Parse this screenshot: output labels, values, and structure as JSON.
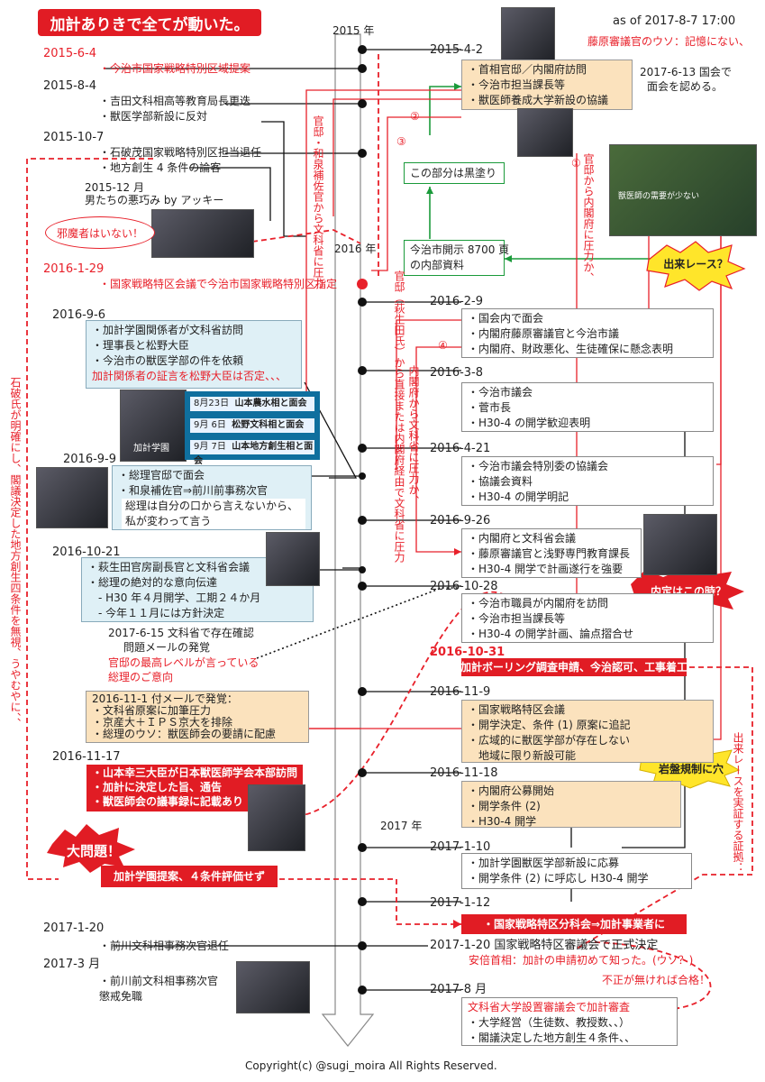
{
  "title": "加計ありきで全てが動いた。",
  "asof": "as of 2017-8-7 17:00",
  "years": {
    "y2015": "2015 年",
    "y2016": "2016 年",
    "y2017": "2017 年"
  },
  "left": [
    {
      "date": "2015-6-4",
      "lines": [
        "・今治市国家戦略特別区域提案"
      ]
    },
    {
      "date": "2015-8-4",
      "lines": [
        "・吉田文科相高等教育局長更迭",
        "・獣医学部新設に反対"
      ]
    },
    {
      "date": "2015-10-7",
      "lines": [
        "・石破茂国家戦略特別区担当退任",
        "・地方創生 4 条件の論客"
      ]
    },
    {
      "date": "2015-12 月",
      "lines": [
        "男たちの悪巧み by アッキー"
      ]
    },
    {
      "date": "2016-1-29",
      "lines": [
        "・国家戦略特区会議で今治市国家戦略特別区指定"
      ]
    }
  ],
  "jamamono": "邪魔者はいない！",
  "b0906": {
    "date": "2016-9-6",
    "lines": [
      "・加計学園関係者が文科省訪問",
      "・理事長と松野大臣",
      "・今治市の獣医学部の件を依頼"
    ],
    "note": "加計関係者の証言を松野大臣は否定、、、"
  },
  "meetings": [
    {
      "day": "8月23日",
      "who": "山本農水相と面会"
    },
    {
      "day": "9月 6日",
      "who": "松野文科相と面会"
    },
    {
      "day": "9月 7日",
      "who": "山本地方創生相と面会"
    }
  ],
  "kakegakuen": "加計学園",
  "b0909": {
    "date": "2016-9-9",
    "lines": [
      "・総理官邸で面会",
      "・和泉補佐官⇒前川前事務次官"
    ],
    "quote": [
      "総理は自分の口から言えないから、",
      "私が変わって言う"
    ]
  },
  "b1021": {
    "date": "2016-10-21",
    "lines": [
      "・萩生田官房副長官と文科省会議",
      "・総理の絶対的な意向伝達",
      "　- H30 年４月開学、工期２４か月",
      "　- 今年１１月には方針決定"
    ]
  },
  "mail0615": {
    "lines": [
      "2017-6-15 文科省で存在確認",
      "問題メールの発覚"
    ],
    "red": [
      "官邸の最高レベルが言っている",
      "総理のご意向"
    ]
  },
  "b1101": {
    "lines": [
      "2016-11-1 付メールで発覚：",
      "・文科省原案に加筆圧力",
      "・京産大＋ＩＰＳ京大を排除",
      "・総理のウソ：獣医師会の要請に配慮"
    ]
  },
  "b1117": {
    "date": "2016-11-17",
    "lines": [
      "・山本幸三大臣が日本獣医師学会本部訪問",
      "・加計に決定した旨、通告",
      "・獣医師会の議事録に記載あり"
    ]
  },
  "daimondai": "大問題！",
  "hyouka": "加計学園提案、４条件評価せず",
  "l2017": [
    {
      "date": "2017-1-20",
      "lines": [
        "・前川文科相事務次官退任"
      ]
    },
    {
      "date": "2017-3 月",
      "lines": [
        "・前川前文科相事務次官",
        "懲戒免職"
      ]
    }
  ],
  "fujiwara": "藤原審議官のウソ：記憶にない、",
  "kokkai0613": [
    "2017-6-13 国会で",
    "面会を認める。"
  ],
  "b0402": {
    "date": "2015-4-2",
    "lines": [
      "・首相官邸／内閣府訪問",
      "・今治市担当課長等",
      "・獣医師養成大学新設の協議"
    ]
  },
  "kuronuri": "この部分は黒塗り",
  "imabari8700": [
    "今治市開示 8700 頁",
    "の内部資料"
  ],
  "dekirace": "出来レース？",
  "r0209": {
    "date": "2016-2-9",
    "lines": [
      "・国会内で面会",
      "・内閣府藤原審議官と今治市議",
      "・内閣府、財政悪化、生徒確保に懸念表明"
    ]
  },
  "r0308": {
    "date": "2016-3-8",
    "lines": [
      "・今治市議会",
      "・菅市長",
      "・H30-4 の開学歓迎表明"
    ]
  },
  "r0421": {
    "date": "2016-4-21",
    "lines": [
      "・今治市議会特別委の協議会",
      "・協議会資料",
      "・H30-4 の開学明記"
    ]
  },
  "r0926": {
    "date": "2016-9-26",
    "lines": [
      "・内閣府と文科省会議",
      "・藤原審議官と浅野専門教育課長",
      "・H30-4 開学で計画遂行を強要"
    ]
  },
  "naitei": "内定はこの時？",
  "r1028": {
    "date": "2016-10-28",
    "lines": [
      "・今治市職員が内閣府を訪問",
      "・今治市担当課長等",
      "・H30-4 の開学計画、論点摺合せ"
    ]
  },
  "r1031": {
    "date": "2016-10-31",
    "banner": "加計ボーリング調査申請、今治認可、工事着工"
  },
  "r1109": {
    "date": "2016-11-9",
    "lines": [
      "・国家戦略特区会議",
      "・開学決定、条件 (1) 原案に追記",
      "・広域的に獣医学部が存在しない",
      "　地域に限り新設可能"
    ]
  },
  "ganban": "岩盤規制に穴",
  "r1118": {
    "date": "2016-11-18",
    "lines": [
      "・内閣府公募開始",
      "・開学条件 (2)",
      "・H30-4 開学"
    ]
  },
  "r0110": {
    "date": "2017-1-10",
    "lines": [
      "・加計学園獣医学部新設に応募",
      "・開学条件 (2) に呼応し H30-4 開学"
    ]
  },
  "r0112": {
    "date": "2017-1-12",
    "banner": "・国家戦略特区分科会⇒加計事業者に"
  },
  "r0120": {
    "text": "2017-1-20 国家戦略特区審議会で正式決定",
    "red": "安倍首相：加計の申請初めて知った。(ウソ？)"
  },
  "fusei": "不正が無ければ合格！",
  "r2017_8": {
    "date": "2017-8 月",
    "lines": [
      "文科省大学設置審議会で加計審査",
      "・大学経営（生徒数、教授数、、）",
      "・閣議決定した地方創生４条件、、"
    ]
  },
  "copyright": "Copyright(c) @sugi_moira All Rights Reserved.",
  "vtexts": {
    "kantei_izumi": "官邸・和泉補佐官から文科省に圧力",
    "kantei_naikaku": "官邸から内閣府に圧力か、",
    "hagiuda": "官邸（萩生田氏）から直接または内閣府経由で文科省に圧力",
    "naikakufu_monka": "内閣府から文科省に圧力か、",
    "ishiba": "石破氏が明確にし、閣議決定した地方創生四条件を無視、うやむやに、、",
    "dekirace_proof": "出来レースを実証する証拠："
  },
  "circled": [
    "①",
    "②",
    "③",
    "④"
  ],
  "photo_caption": "獣医師の需要が少ない"
}
